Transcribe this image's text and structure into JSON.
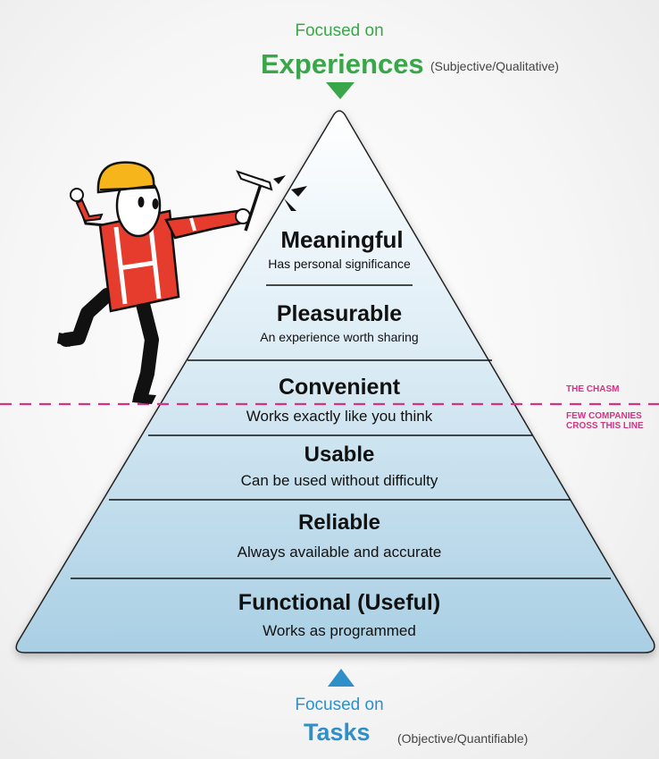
{
  "header": {
    "focus_label": "Focused on",
    "main_label": "Experiences",
    "note": "(Subjective/Qualitative)",
    "color": "#3aa64a"
  },
  "footer": {
    "focus_label": "Focused on",
    "main_label": "Tasks",
    "note": "(Objective/Quantifiable)",
    "color": "#2f8fc9"
  },
  "levels": [
    {
      "title": "Meaningful",
      "description": "Has personal significance"
    },
    {
      "title": "Pleasurable",
      "description": "An experience worth sharing"
    },
    {
      "title": "Convenient",
      "description": "Works exactly like you think"
    },
    {
      "title": "Usable",
      "description": "Can be used without difficulty"
    },
    {
      "title": "Reliable",
      "description": "Always available and accurate"
    },
    {
      "title": "Functional (Useful)",
      "description": "Works as programmed"
    }
  ],
  "chasm": {
    "label": "THE CHASM",
    "note_line1": "FEW COMPANIES",
    "note_line2": "CROSS THIS LINE",
    "color": "#d63384"
  },
  "illustration": "worker-with-hammer-climbing-pyramid"
}
